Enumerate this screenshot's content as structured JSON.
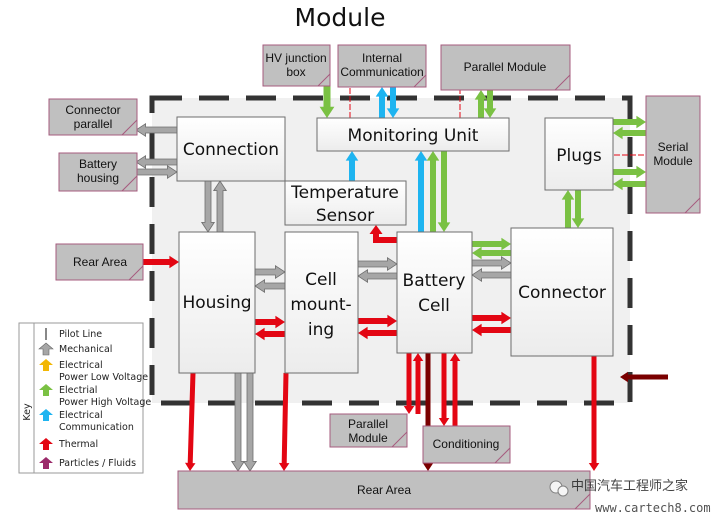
{
  "title": "Module",
  "colors": {
    "mechanical": "#a6a6a6",
    "electrical_low_voltage": "#f2b705",
    "electrical_high_voltage": "#7ac143",
    "electrical_communication": "#1eb4f0",
    "thermal": "#e30613",
    "thermal_dark": "#7a0000",
    "particles_fluids": "#9b2a6a",
    "pilot_line": "#e30613",
    "external_fill": "#c0c0c0",
    "external_border": "#a65b7e",
    "boundary": "#333333"
  },
  "blocks": {
    "connection": "Connection",
    "monitoring_unit": "Monitoring Unit",
    "temperature_sensor_line1": "Temperature",
    "temperature_sensor_line2": "Sensor",
    "plugs": "Plugs",
    "housing": "Housing",
    "cell_mounting_line1": "Cell",
    "cell_mounting_line2": "mount-",
    "cell_mounting_line3": "ing",
    "battery_cell_line1": "Battery",
    "battery_cell_line2": "Cell",
    "connector": "Connector"
  },
  "external": {
    "hv_junction_box_line1": "HV junction",
    "hv_junction_box_line2": "box",
    "internal_communication_line1": "Internal",
    "internal_communication_line2": "Communication",
    "parallel_module_top": "Parallel Module",
    "connector_parallel_line1": "Connector",
    "connector_parallel_line2": "parallel",
    "battery_housing_line1": "Battery",
    "battery_housing_line2": "housing",
    "rear_area_left": "Rear Area",
    "serial_module_line1": "Serial",
    "serial_module_line2": "Module",
    "parallel_module_bottom_line1": "Parallel",
    "parallel_module_bottom_line2": "Module",
    "conditioning": "Conditioning",
    "rear_area_bottom": "Rear Area"
  },
  "key": {
    "title": "Key",
    "items": [
      {
        "label1": "Pilot Line",
        "label2": "",
        "type": "pilot"
      },
      {
        "label1": "Mechanical",
        "label2": "",
        "type": "mechanical"
      },
      {
        "label1": "Electrical",
        "label2": "Power Low Voltage",
        "type": "electrical_low_voltage"
      },
      {
        "label1": "Electrial",
        "label2": "Power High Voltage",
        "type": "electrical_high_voltage"
      },
      {
        "label1": "Electrical",
        "label2": "Communication",
        "type": "electrical_communication"
      },
      {
        "label1": "Thermal",
        "label2": "",
        "type": "thermal"
      },
      {
        "label1": "Particles / Fluids",
        "label2": "",
        "type": "particles_fluids"
      }
    ]
  },
  "watermark": {
    "line1": "中国汽车工程师之家",
    "line2": "www.cartech8.com"
  }
}
